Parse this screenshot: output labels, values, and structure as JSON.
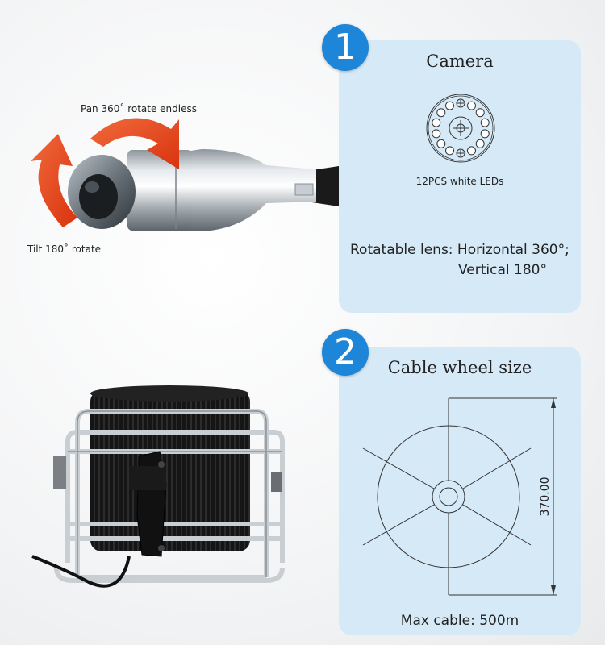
{
  "left": {
    "pan_label": "Pan 360˚ rotate endless",
    "tilt_label": "Tilt 180˚ rotate"
  },
  "panel1": {
    "number": "1",
    "title": "Camera",
    "led_caption": "12PCS white LEDs",
    "lens_line1": "Rotatable lens: Horizontal 360°;",
    "lens_line2": "Vertical 180°"
  },
  "panel2": {
    "number": "2",
    "title": "Cable wheel size",
    "dimension": "370.00",
    "max_cable": "Max cable: 500m"
  },
  "colors": {
    "panel_bg": "#d6e9f7",
    "badge_blue": "#1e86d8",
    "arrow_red": "#e8401c"
  }
}
